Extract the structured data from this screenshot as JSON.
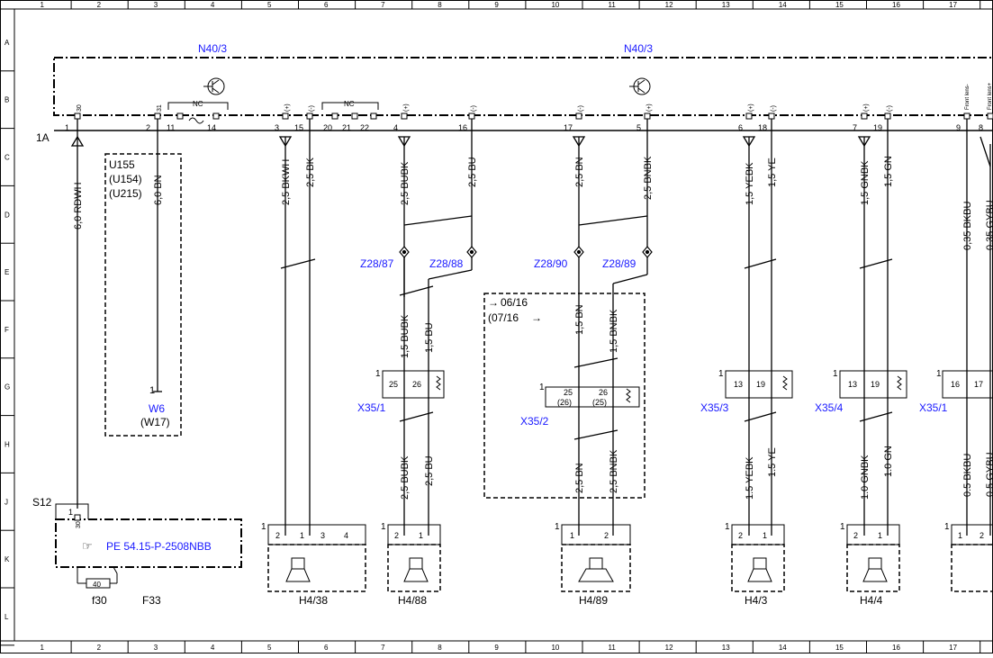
{
  "grid": {
    "columns": [
      "1",
      "2",
      "3",
      "4",
      "5",
      "6",
      "7",
      "8",
      "9",
      "10",
      "11",
      "12",
      "13",
      "14",
      "15",
      "16",
      "17"
    ],
    "rows": [
      "A",
      "B",
      "C",
      "D",
      "E",
      "F",
      "G",
      "H",
      "J",
      "K",
      "L"
    ]
  },
  "colors": {
    "reference": "#1a1aff",
    "line": "#000000"
  },
  "module": {
    "label_left": "N40/3",
    "label_right": "N40/3",
    "plug": "1A"
  },
  "module_pins": [
    {
      "num": "1",
      "func": "30"
    },
    {
      "num": "2",
      "func": "31"
    },
    {
      "num": "11",
      "func": ""
    },
    {
      "num": "14",
      "func": ""
    },
    {
      "num": "3",
      "func": "(+)"
    },
    {
      "num": "15",
      "func": "(-)"
    },
    {
      "num": "20",
      "func": ""
    },
    {
      "num": "21",
      "func": ""
    },
    {
      "num": "22",
      "func": ""
    },
    {
      "num": "4",
      "func": "(+)"
    },
    {
      "num": "16",
      "func": "(-)"
    },
    {
      "num": "17",
      "func": "(-)"
    },
    {
      "num": "5",
      "func": "(+)"
    },
    {
      "num": "6",
      "func": "(+)"
    },
    {
      "num": "18",
      "func": "(-)"
    },
    {
      "num": "7",
      "func": "(+)"
    },
    {
      "num": "19",
      "func": "(-)"
    },
    {
      "num": "9",
      "func": "Front lens-"
    },
    {
      "num": "8",
      "func": "Front lens+"
    }
  ],
  "nc_labels": [
    "NC",
    "NC"
  ],
  "variant_box": {
    "lines": [
      "U155",
      "(U154)",
      "(U215)"
    ]
  },
  "wires": {
    "w_rdwh": "6,0 RDWH",
    "w_bn_top": "6,0 BN",
    "w_bkwh": "2,5 BKWH",
    "w_bk": "2,5 BK",
    "w_bubk_top": "2,5 BUBK",
    "w_bu_top": "2,5 BU",
    "w_bn_t": "2,5 BN",
    "w_bnbk_t": "2,5 BNBK",
    "w_yebk_t": "1,5 YEBK",
    "w_ye_t": "1,5 YE",
    "w_gnbk_t": "1,5 GNBK",
    "w_gn_t": "1,5 GN",
    "w_bkbu_t": "0,35 BKBU",
    "w_gybu_t": "0,35 GYBU",
    "w_bubk_mid": "1,5 BUBK",
    "w_bu_mid": "1,5 BU",
    "w_bn_mid": "1,5 BN",
    "w_bnbk_mid": "1,5 BNBK",
    "w_bubk_bot": "2,5 BUBK",
    "w_bu_bot": "2,5 BU",
    "w_bn_bot": "2,5 BN",
    "w_bnbk_bot": "2,5 BNBK",
    "w_yebk_bot": "1.5 YEBK",
    "w_ye_bot": "1.5 YE",
    "w_gnbk_bot": "1.0 GNBK",
    "w_gn_bot": "1.0 GN",
    "w_bkbu_bot": "0.5 BKBU",
    "w_gybu_bot": "0.5 GYBU"
  },
  "ground": {
    "name": "W6",
    "alt": "(W17)",
    "pin": "1"
  },
  "splices": {
    "z1": "Z28/87",
    "z2": "Z28/88",
    "z3": "Z28/90",
    "z4": "Z28/89"
  },
  "date_box": {
    "line1": "06/16",
    "line2": "(07/16",
    "arrow": "→"
  },
  "connectors": {
    "x35_1": "X35/1",
    "x35_2": "X35/2",
    "x35_3": "X35/3",
    "x35_4": "X35/4",
    "x35_1b": "X35/1",
    "pins_a": [
      "25",
      "26"
    ],
    "pins_b": [
      "25",
      "26"
    ],
    "pins_b_alt": [
      "(26)",
      "(25)"
    ],
    "pins_c": [
      "13",
      "19"
    ],
    "pins_d": [
      "13",
      "19"
    ],
    "pins_e": [
      "16",
      "17"
    ],
    "pin1": "1"
  },
  "speakers": [
    "H4/38",
    "H4/88",
    "H4/89",
    "H4/3",
    "H4/4"
  ],
  "speaker_pins": {
    "h438": [
      "2",
      "1",
      "3",
      "4"
    ],
    "h488": [
      "2",
      "1"
    ],
    "h489": [
      "1",
      "2"
    ],
    "h43": [
      "2",
      "1"
    ],
    "h44": [
      "2",
      "1"
    ],
    "h4x": [
      "1",
      "2"
    ]
  },
  "fuse": {
    "s12": "S12",
    "pins": [
      "1",
      "30"
    ],
    "reference": "PE 54.15-P-2508NBB",
    "fuse_num": "40",
    "f30": "f30",
    "f33": "F33"
  }
}
